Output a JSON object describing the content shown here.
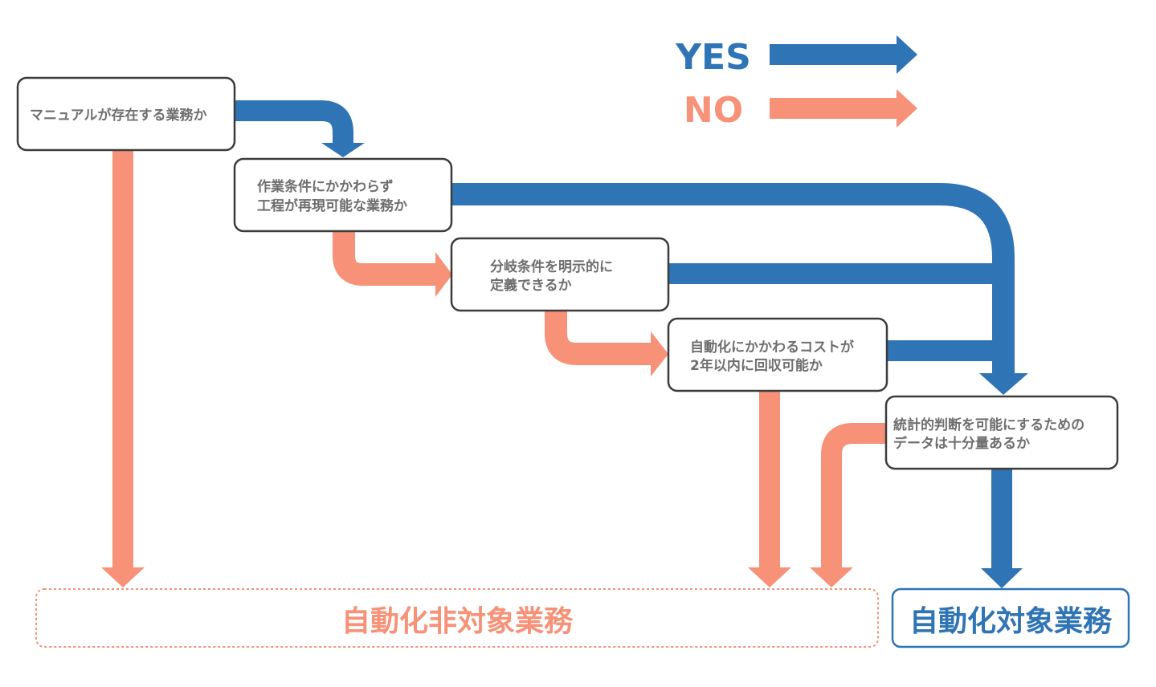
{
  "colors": {
    "yes": "#2f74b5",
    "no": "#f79177",
    "box_border": "#3c3c3c",
    "question_text": "#6e6e6e"
  },
  "legend": {
    "yes_label": "YES",
    "no_label": "NO"
  },
  "questions": [
    {
      "id": "q1",
      "lines": [
        "マニュアルが存在する業務か"
      ]
    },
    {
      "id": "q2",
      "lines": [
        "作業条件にかかわらず",
        "工程が再現可能な業務か"
      ]
    },
    {
      "id": "q3",
      "lines": [
        "分岐条件を明示的に",
        "定義できるか"
      ]
    },
    {
      "id": "q4",
      "lines": [
        "自動化にかかわるコストが",
        "2年以内に回収可能か"
      ]
    },
    {
      "id": "q5",
      "lines": [
        "統計的判断を可能にするための",
        "データは十分量あるか"
      ]
    }
  ],
  "results": {
    "non_target": "自動化非対象業務",
    "target": "自動化対象業務"
  }
}
